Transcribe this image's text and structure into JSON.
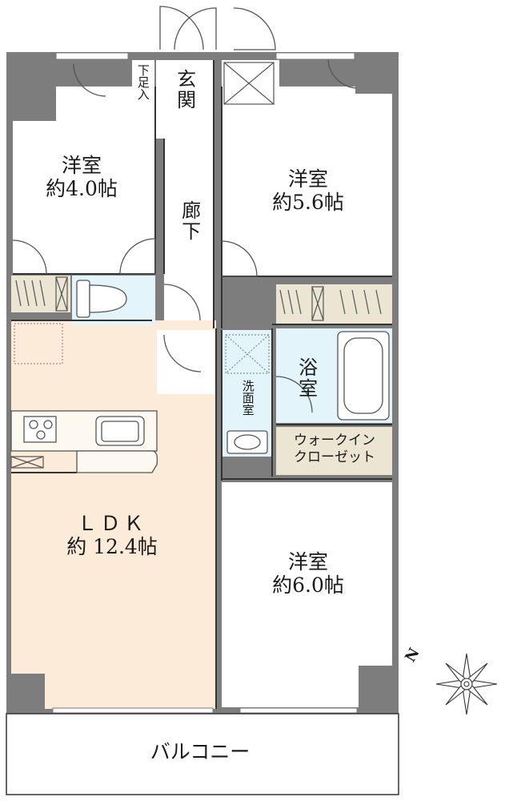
{
  "plan": {
    "rooms": {
      "western_4": {
        "name": "洋室",
        "size": "約4.0帖"
      },
      "western_56": {
        "name": "洋室",
        "size": "約5.6帖"
      },
      "western_6": {
        "name": "洋室",
        "size": "約6.0帖"
      },
      "ldk": {
        "name": "ＬＤＫ",
        "size": "約 12.4帖"
      },
      "entrance": {
        "name": "玄関"
      },
      "shoe_closet": {
        "name": "下足入"
      },
      "corridor": {
        "name": "廊下"
      },
      "bathroom": {
        "name": "浴室"
      },
      "washroom": {
        "name": "洗面室"
      },
      "walk_in_closet": {
        "name": "ウォークインクローゼット",
        "line1": "ウォークイン",
        "line2": "クローゼット"
      },
      "balcony": {
        "name": "バルコニー"
      }
    },
    "compass": {
      "label": "N",
      "icon": "compass-rose-icon"
    },
    "colors": {
      "wall": "#7d7d7d",
      "room": "#ffffff",
      "ldk_floor": "#fcebd9",
      "wet_area": "#e3f5fb",
      "storage": "#ece5d3",
      "line": "#333333"
    }
  }
}
